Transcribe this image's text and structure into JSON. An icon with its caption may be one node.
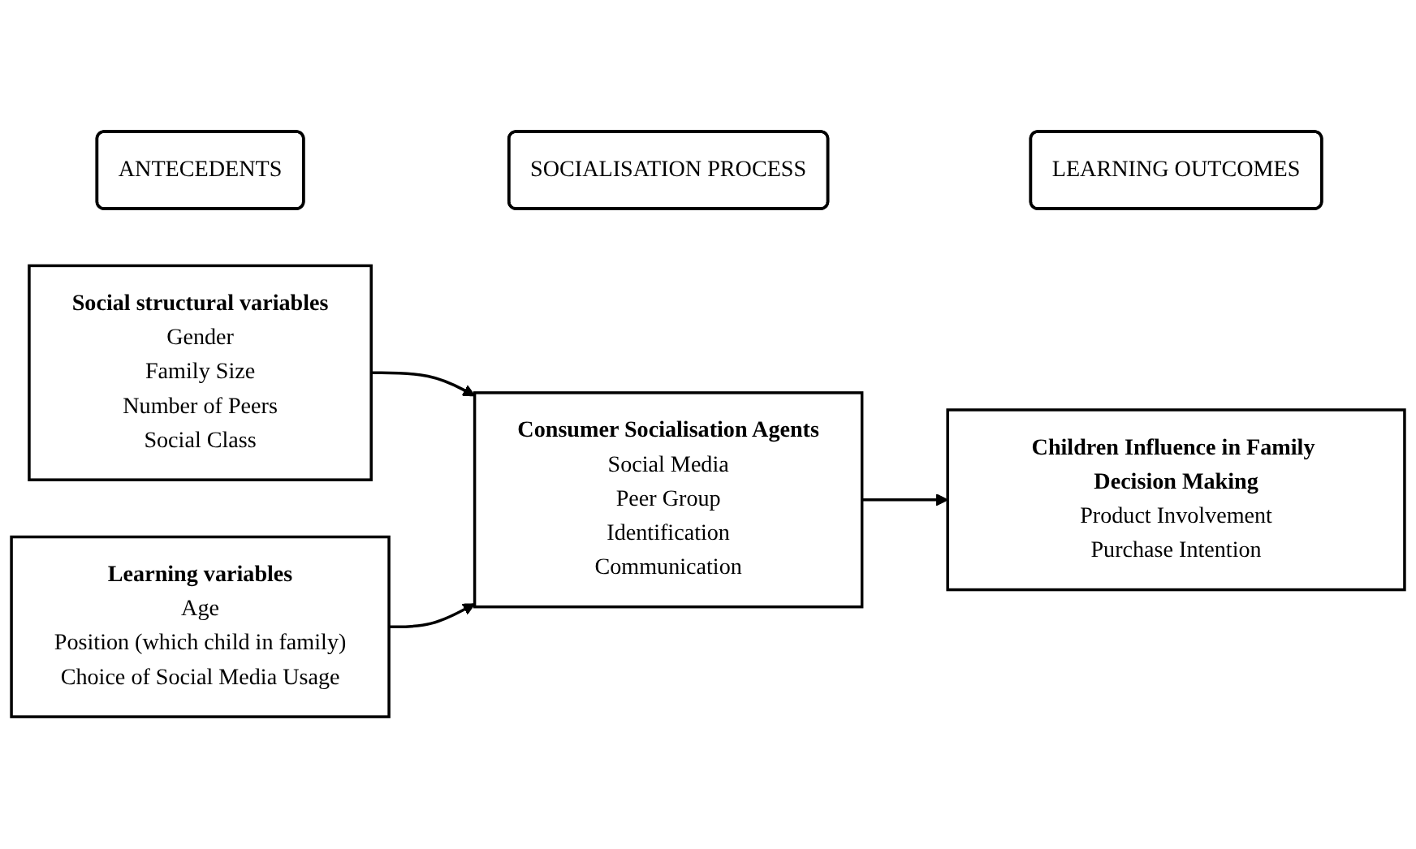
{
  "diagram": {
    "nodes": [
      {
        "text": [
          "ANTECEDENTS"
        ]
      },
      {
        "text": [
          "SOCIALISATION PROCESS"
        ]
      },
      {
        "text": [
          "LEARNING OUTCOMES"
        ]
      },
      {
        "text": [
          "Social structural variables",
          "Gender",
          "Family Size",
          "Number of Peers",
          "Social Class"
        ]
      },
      {
        "text": [
          "Learning variables",
          "Age",
          "Position (which child in family)",
          "Choice of Social Media Usage"
        ]
      },
      {
        "text": [
          "Consumer Socialisation Agents",
          "Social Media",
          "Peer Group",
          "Identification",
          "Communication"
        ]
      },
      {
        "text": [
          "Children Influence in Family Decision Making",
          "Product Involvement",
          "Purchase Intention"
        ]
      }
    ],
    "edges": [
      {
        "from": 3,
        "to": 5,
        "arrow": "to"
      },
      {
        "from": 4,
        "to": 5,
        "arrow": "to"
      },
      {
        "from": 5,
        "to": 6,
        "arrow": "to"
      }
    ]
  }
}
